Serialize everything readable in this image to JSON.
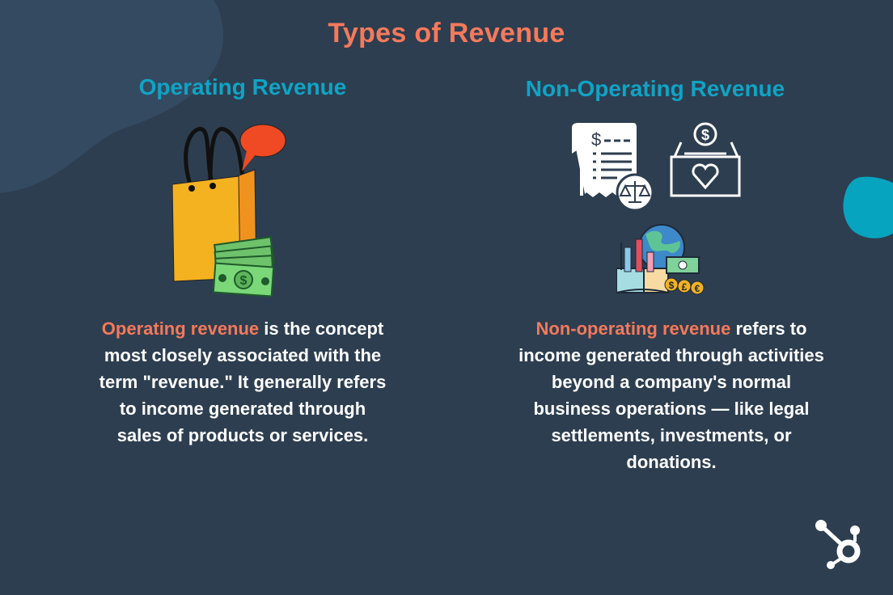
{
  "page": {
    "title": "Types of Revenue",
    "colors": {
      "background": "#2d3e50",
      "title": "#f5795b",
      "heading": "#0fa4c5",
      "highlight": "#f5795b",
      "body_text": "#ffffff",
      "accent_blob": "#06a4bf"
    }
  },
  "columns": [
    {
      "heading": "Operating Revenue",
      "icons": [
        "shopping-bag-icon",
        "speech-bubble-icon",
        "cash-bills-icon"
      ],
      "description_highlight": "Operating revenue",
      "description_rest": " is the concept most closely associated with the term \"revenue.\" It generally refers to income generated through sales of products or services."
    },
    {
      "heading": "Non-Operating Revenue",
      "icons": [
        "legal-receipt-icon",
        "donation-box-icon",
        "global-investments-icon"
      ],
      "description_highlight": "Non-operating revenue",
      "description_rest": " refers to income generated through activities beyond a company's normal business operations — like legal settlements, investments, or donations."
    }
  ],
  "branding": {
    "logo": "hubspot-sprocket-icon"
  }
}
